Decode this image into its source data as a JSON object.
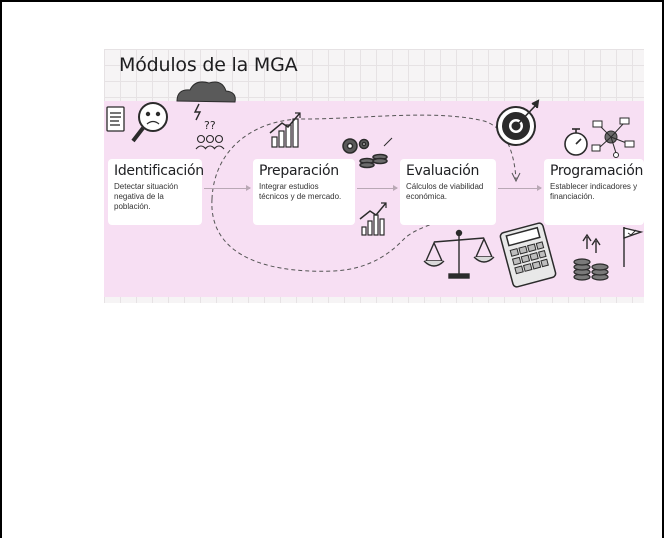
{
  "slide": {
    "title": "Módulos de la MGA"
  },
  "modules": [
    {
      "title": "Identificación",
      "description": "Detectar situación negativa de la población."
    },
    {
      "title": "Preparación",
      "description": "Integrar estudios técnicos y de mercado."
    },
    {
      "title": "Evaluación",
      "description": "Cálculos de viabilidad económica."
    },
    {
      "title": "Programación",
      "description": "Establecer indicadores y financiación."
    }
  ],
  "colors": {
    "band": "#f7dff3",
    "grid_background": "#f6f4f5",
    "ink": "#2b2b2b",
    "card": "#ffffff"
  },
  "icons": [
    "document-icon",
    "magnifier-sad-face-icon",
    "storm-cloud-icon",
    "confused-people-icon",
    "rising-bar-chart-icon",
    "gears-coins-icon",
    "growth-chart-icon",
    "balance-scale-icon",
    "calculator-icon",
    "target-icon",
    "stopwatch-icon",
    "network-icon",
    "coin-stacks-icon",
    "flag-icon"
  ]
}
